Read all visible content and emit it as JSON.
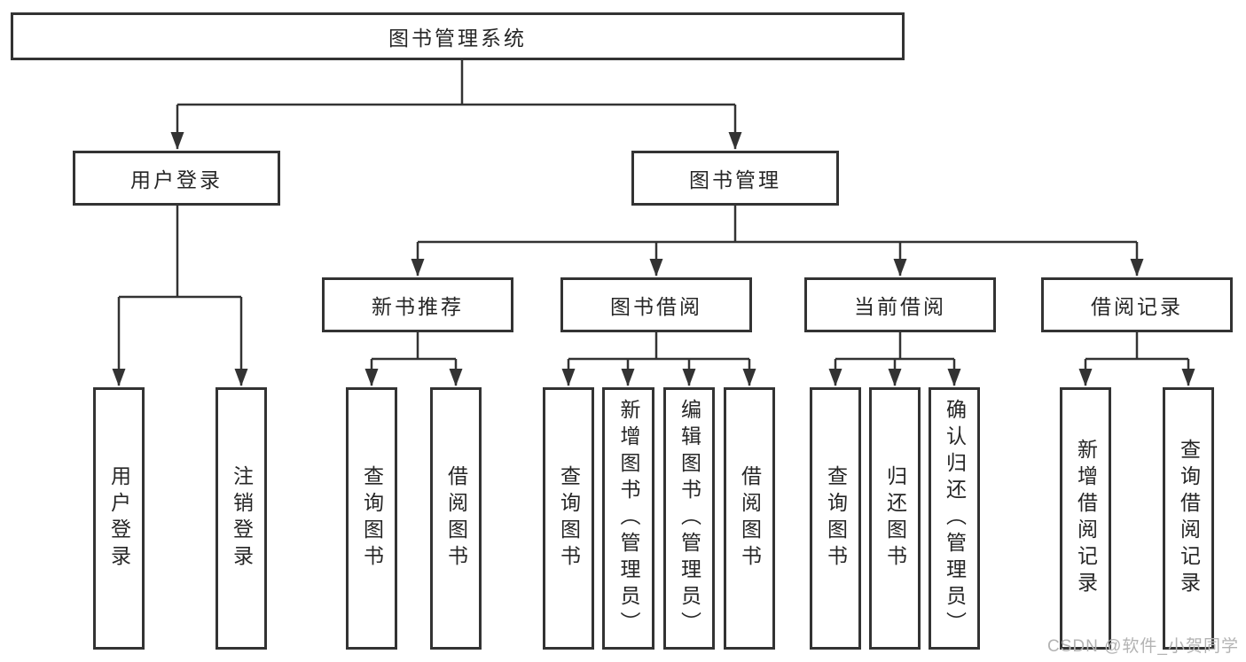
{
  "diagram": {
    "root": "图书管理系统",
    "level2": [
      {
        "label": "用户登录",
        "children": [
          "用户登录",
          "注销登录"
        ]
      },
      {
        "label": "图书管理"
      }
    ],
    "level3": [
      {
        "label": "新书推荐",
        "children": [
          "查询图书",
          "借阅图书"
        ]
      },
      {
        "label": "图书借阅",
        "children": [
          "查询图书",
          "新增图书（管理员）",
          "编辑图书（管理员）",
          "借阅图书"
        ]
      },
      {
        "label": "当前借阅",
        "children": [
          "查询图书",
          "归还图书",
          "确认归还（管理员）"
        ]
      },
      {
        "label": "借阅记录",
        "children": [
          "新增借阅记录",
          "查询借阅记录"
        ]
      }
    ]
  },
  "watermark": "CSDN @软件_小贺同学",
  "colors": {
    "line": "#333333",
    "box_border": "#333333",
    "text": "#262626",
    "watermark": "#b3b3b3",
    "background": "#ffffff"
  }
}
